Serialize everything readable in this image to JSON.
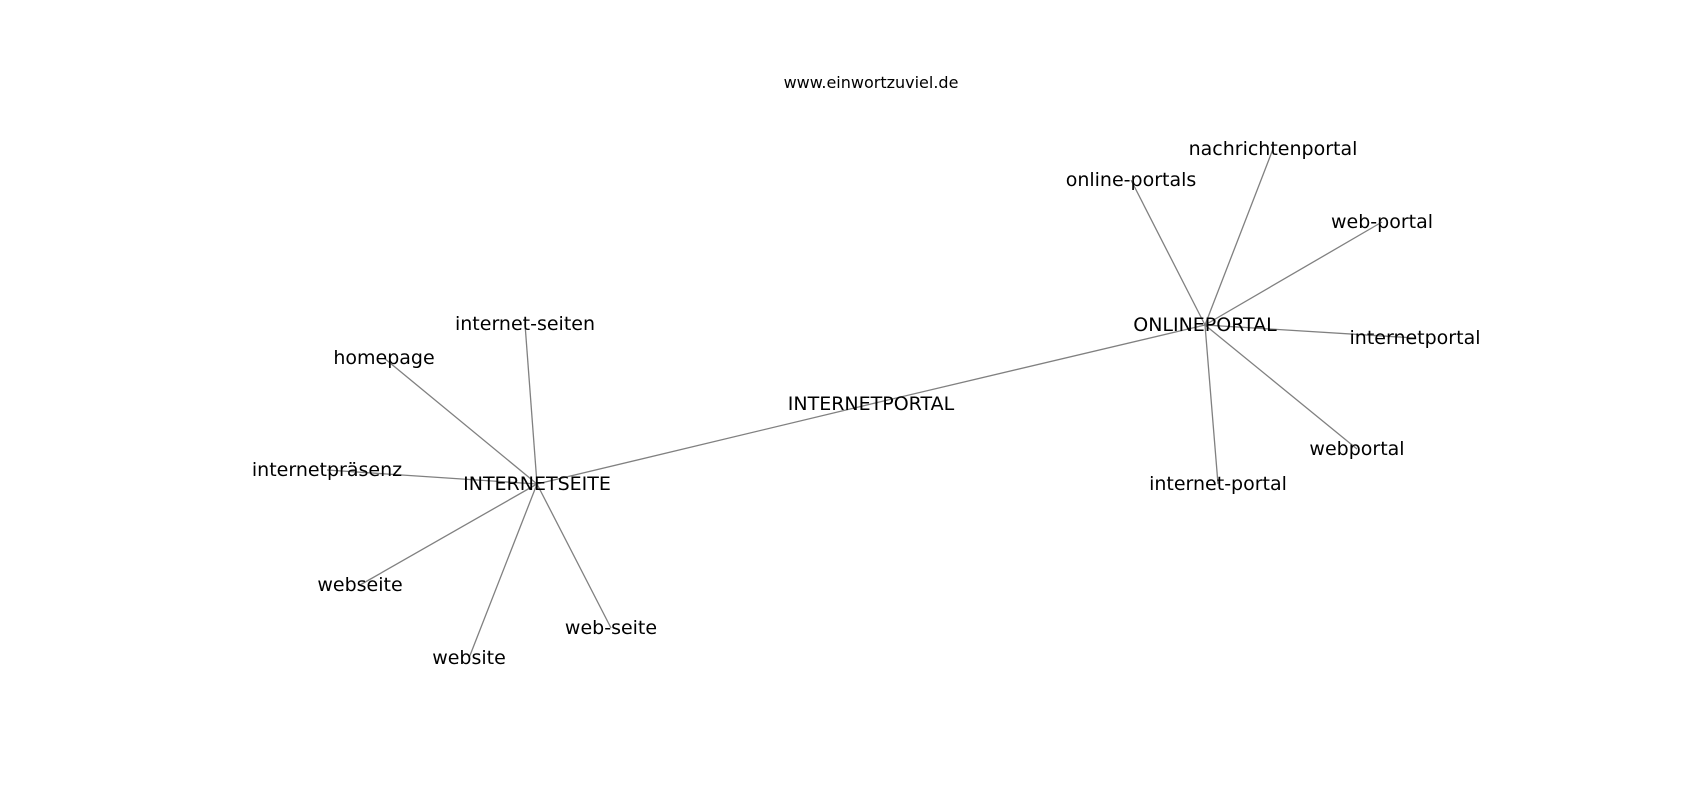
{
  "header": {
    "source": "www.einwortzuviel.de"
  },
  "graph": {
    "edge_color": "#808080",
    "nodes": [
      {
        "id": "INTERNETPORTAL",
        "label": "INTERNETPORTAL",
        "hub": true
      },
      {
        "id": "INTERNETSEITE",
        "label": "INTERNETSEITE",
        "hub": true
      },
      {
        "id": "ONLINEPORTAL",
        "label": "ONLINEPORTAL",
        "hub": true
      },
      {
        "id": "internet-seiten",
        "label": "internet-seiten"
      },
      {
        "id": "homepage",
        "label": "homepage"
      },
      {
        "id": "internetpraesenz",
        "label": "internetpräsenz"
      },
      {
        "id": "webseite",
        "label": "webseite"
      },
      {
        "id": "website",
        "label": "website"
      },
      {
        "id": "web-seite",
        "label": "web-seite"
      },
      {
        "id": "nachrichtenportal",
        "label": "nachrichtenportal"
      },
      {
        "id": "online-portals",
        "label": "online-portals"
      },
      {
        "id": "web-portal",
        "label": "web-portal"
      },
      {
        "id": "internetportal",
        "label": "internetportal"
      },
      {
        "id": "webportal",
        "label": "webportal"
      },
      {
        "id": "internet-portal",
        "label": "internet-portal"
      }
    ],
    "edges": [
      [
        "INTERNETSEITE",
        "INTERNETPORTAL"
      ],
      [
        "INTERNETPORTAL",
        "ONLINEPORTAL"
      ],
      [
        "INTERNETSEITE",
        "internet-seiten"
      ],
      [
        "INTERNETSEITE",
        "homepage"
      ],
      [
        "INTERNETSEITE",
        "internetpraesenz"
      ],
      [
        "INTERNETSEITE",
        "webseite"
      ],
      [
        "INTERNETSEITE",
        "website"
      ],
      [
        "INTERNETSEITE",
        "web-seite"
      ],
      [
        "ONLINEPORTAL",
        "nachrichtenportal"
      ],
      [
        "ONLINEPORTAL",
        "online-portals"
      ],
      [
        "ONLINEPORTAL",
        "web-portal"
      ],
      [
        "ONLINEPORTAL",
        "internetportal"
      ],
      [
        "ONLINEPORTAL",
        "webportal"
      ],
      [
        "ONLINEPORTAL",
        "internet-portal"
      ]
    ]
  }
}
